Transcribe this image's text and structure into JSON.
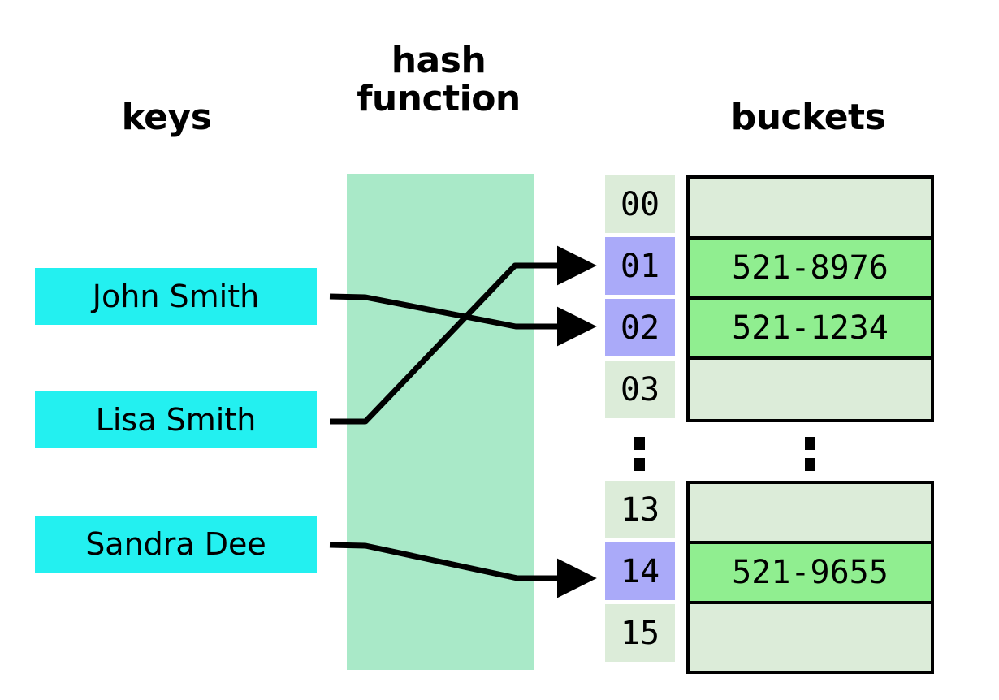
{
  "headings": {
    "keys": "keys",
    "hash_function": "hash\nfunction",
    "buckets": "buckets"
  },
  "keys": [
    {
      "label": "John Smith",
      "maps_to": "02"
    },
    {
      "label": "Lisa Smith",
      "maps_to": "01"
    },
    {
      "label": "Sandra Dee",
      "maps_to": "14"
    }
  ],
  "ellipsis": {
    "index_column": ":",
    "bucket_column": ":"
  },
  "bucket_groups": [
    {
      "name": "upper",
      "rows": [
        {
          "index": "00",
          "value": "",
          "filled": false,
          "highlighted": false
        },
        {
          "index": "01",
          "value": "521-8976",
          "filled": true,
          "highlighted": true
        },
        {
          "index": "02",
          "value": "521-1234",
          "filled": true,
          "highlighted": true
        },
        {
          "index": "03",
          "value": "",
          "filled": false,
          "highlighted": false
        }
      ]
    },
    {
      "name": "lower",
      "rows": [
        {
          "index": "13",
          "value": "",
          "filled": false,
          "highlighted": false
        },
        {
          "index": "14",
          "value": "521-9655",
          "filled": true,
          "highlighted": true
        },
        {
          "index": "15",
          "value": "",
          "filled": false,
          "highlighted": false
        }
      ]
    }
  ],
  "colors": {
    "key_box": "#23f0f0",
    "hash_band": "#a9e9c8",
    "bucket_empty": "#dcecd9",
    "bucket_filled": "#90ee90",
    "index_highlight": "#aaaaf9",
    "index_plain": "#dcecd9",
    "stroke": "#000000",
    "background": "#ffffff"
  }
}
